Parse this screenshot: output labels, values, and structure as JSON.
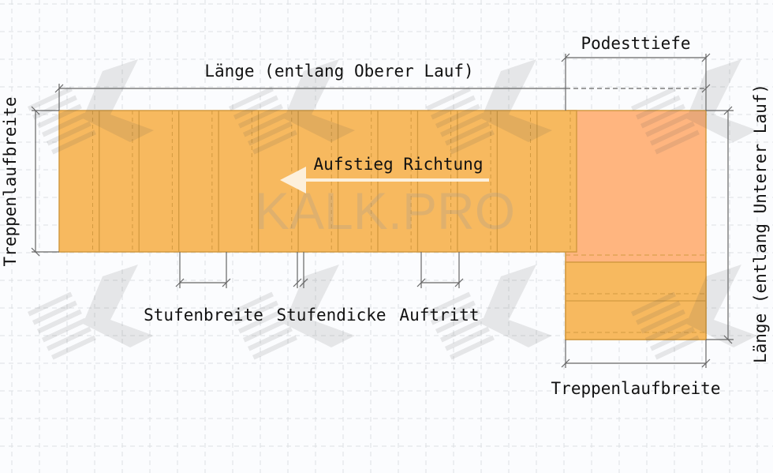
{
  "labels": {
    "length_upper": "Länge (entlang Oberer Lauf)",
    "landing_depth": "Podesttiefe",
    "run_width_left": "Treppenlaufbreite",
    "length_lower": "Länge (entlang Unterer Lauf)",
    "direction": "Aufstieg Richtung",
    "step_width": "Stufenbreite",
    "step_thickness": "Stufendicke",
    "tread": "Auftritt",
    "run_width_bottom": "Treppenlaufbreite"
  },
  "watermark": "KALK.PRO",
  "colors": {
    "stair": "#f7b95f",
    "landing": "#ffb57f",
    "stair_edge": "#d39a40",
    "dim_line": "#555555",
    "arrow": "#fdf0dc"
  },
  "upper_steps": 13,
  "lower_steps": 2
}
